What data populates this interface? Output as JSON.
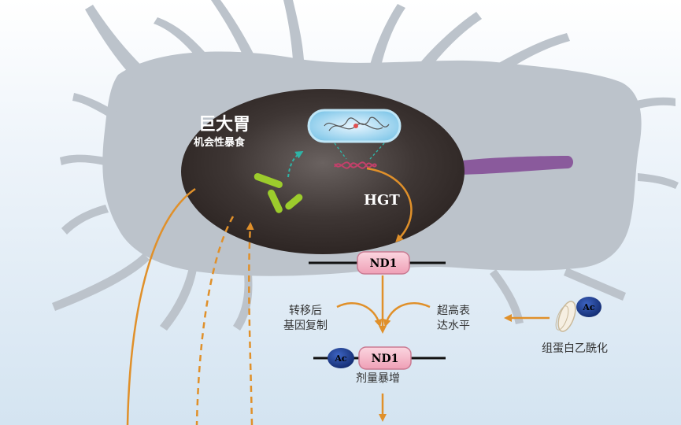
{
  "stomach": {
    "title": "巨大胃",
    "subtitle": "机会性暴食"
  },
  "hgt_label": "HGT",
  "gene": {
    "top_label": "ND1",
    "bottom_label": "ND1"
  },
  "ac_label": "Ac",
  "duplication_label": [
    "转移后",
    "基因复制"
  ],
  "overexpression_label": [
    "超高表",
    "达水平"
  ],
  "dosage_label": "剂量暴增",
  "acetylation_label": "组蛋白乙酰化",
  "colors": {
    "arrow": "#e0902a",
    "stomach": "#3a3230",
    "body": "#bcc3cb",
    "gene_box": "#f5b8c8",
    "ac": "#1f3f8f",
    "tail": "#8a5a9c"
  }
}
